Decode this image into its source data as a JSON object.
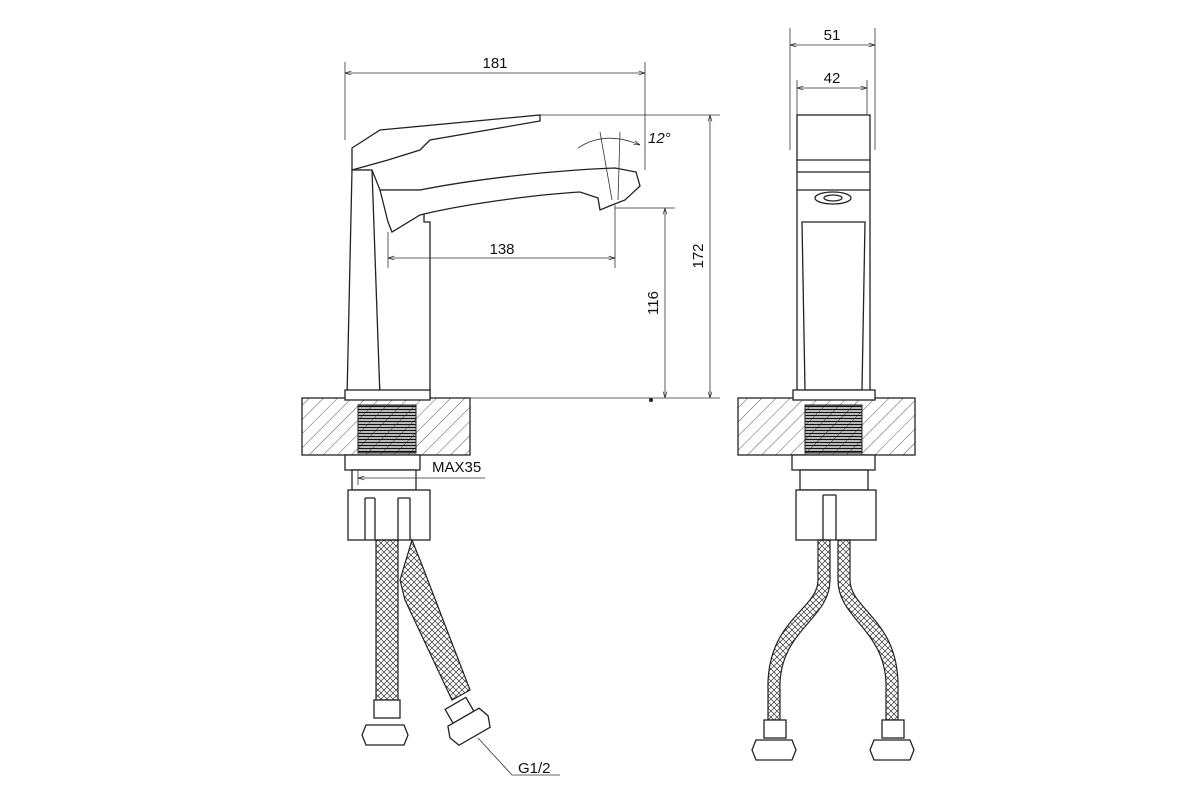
{
  "drawing": {
    "side_view": {
      "width_overall": "181",
      "spout_reach": "138",
      "height_overall": "172",
      "spout_height": "116",
      "spout_angle": "12°",
      "max_mounting_thickness": "MAX35",
      "connection_thread": "G1/2"
    },
    "front_view": {
      "width_outer": "51",
      "width_inner": "42"
    }
  }
}
